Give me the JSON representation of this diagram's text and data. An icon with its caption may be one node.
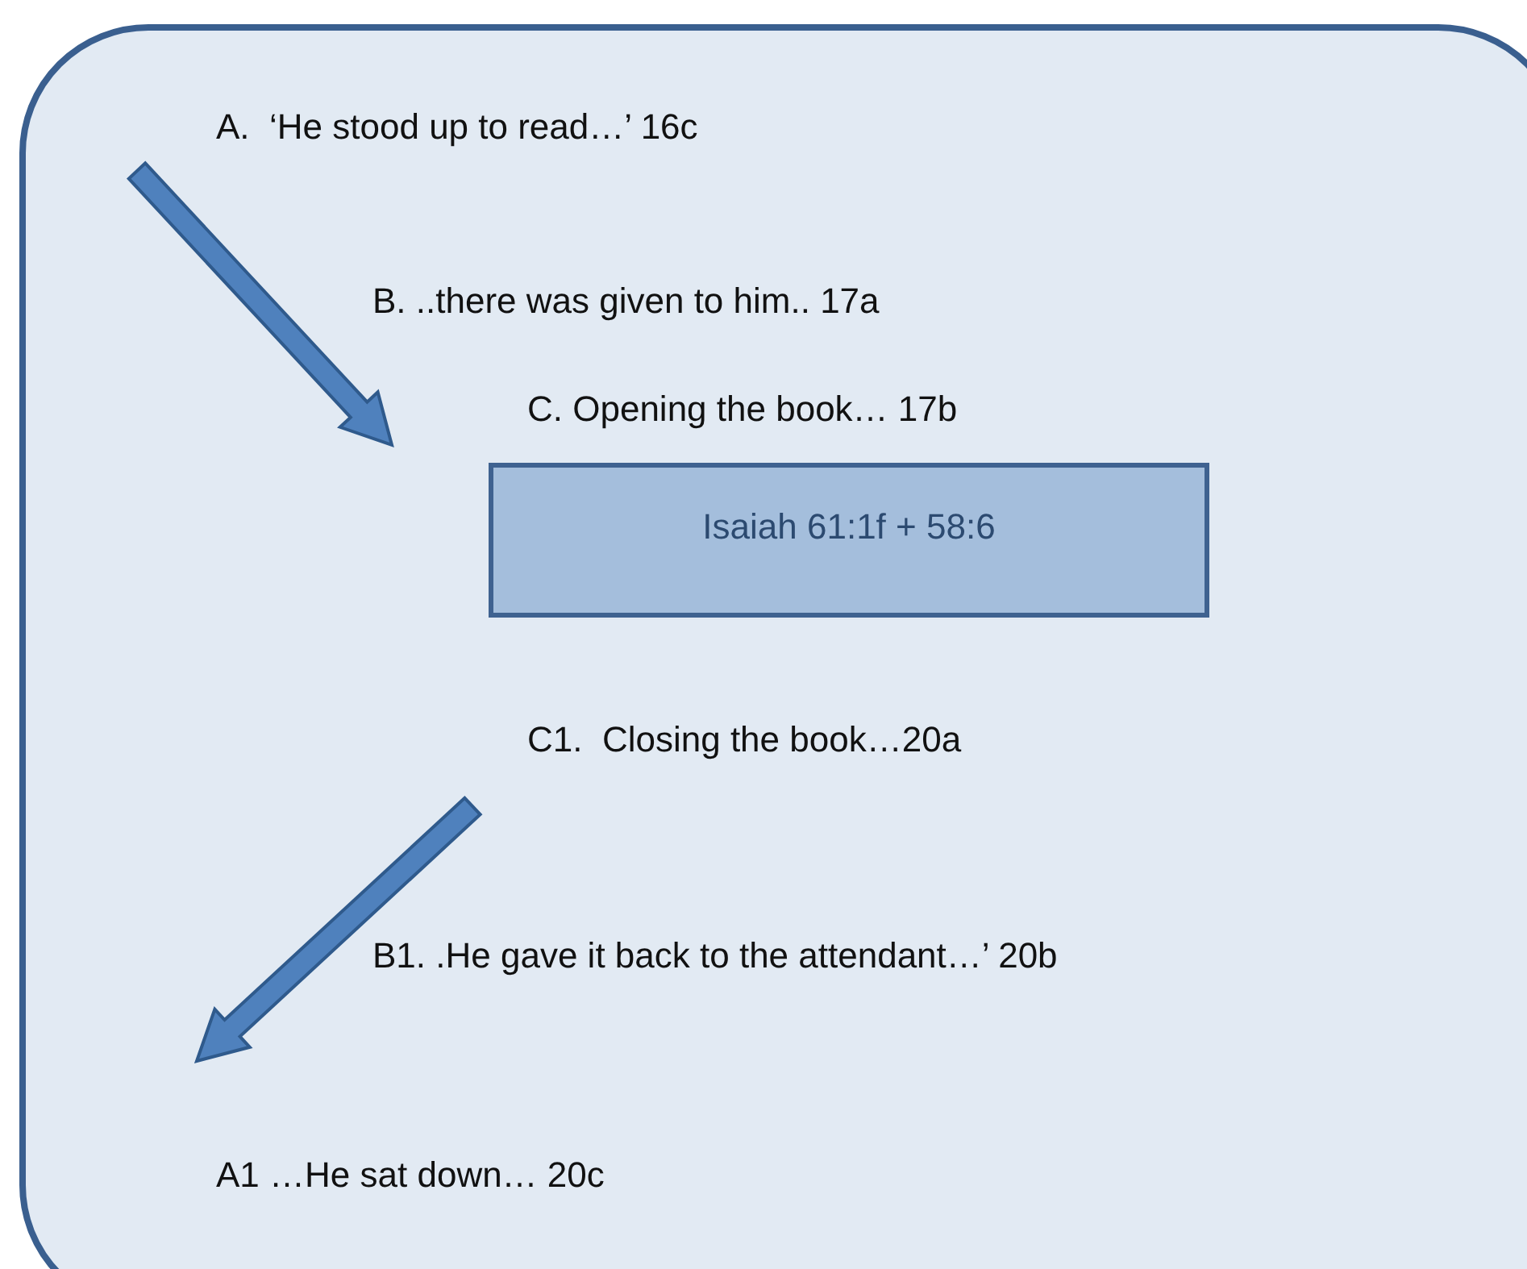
{
  "diagram": {
    "nodes": [
      {
        "text": [],
        "shape": "box"
      },
      {
        "text": [
          "Isaiah 61:1f + 58:6"
        ],
        "in": 0
      }
    ],
    "labels": [
      "A.  ‘He stood up to read…’ 16c",
      "B. ..there was given to him.. 17a",
      "C. Opening the book… 17b",
      "C1.  Closing the book…20a",
      "B1. .He gave it back to the attendant…’ 20b",
      "A1 …He sat down… 20c"
    ]
  }
}
